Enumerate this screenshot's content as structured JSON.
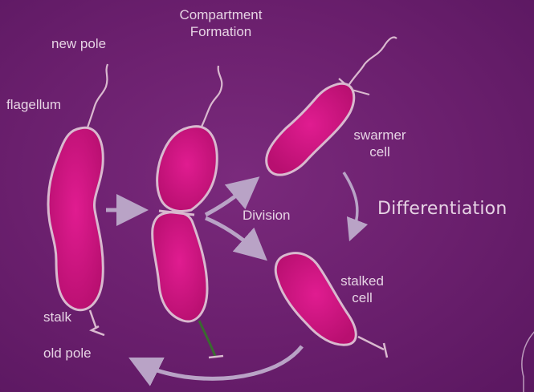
{
  "labels": {
    "new_pole": "new pole",
    "compartment_line1": "Compartment",
    "compartment_line2": "Formation",
    "flagellum": "flagellum",
    "swarmer_line1": "swarmer",
    "swarmer_line2": "cell",
    "division": "Division",
    "differentiation": "Differentiation",
    "stalked_line1": "stalked",
    "stalked_line2": "cell",
    "stalk": "stalk",
    "old_pole": "old pole"
  },
  "colors": {
    "background": "#6a1f6d",
    "cell_fill": "#c4127a",
    "cell_highlight": "#e01c90",
    "cell_outline": "#d9b9cf",
    "arrow": "#b9a3c6",
    "text": "#e6d3e4",
    "stalk_tip": "#2f5a2a"
  }
}
